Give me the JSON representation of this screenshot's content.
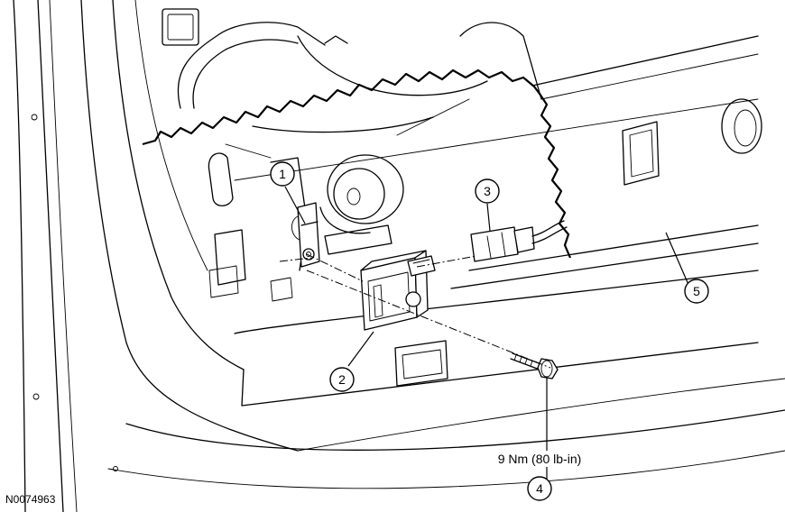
{
  "callouts": [
    {
      "id": "1",
      "label": "1"
    },
    {
      "id": "2",
      "label": "2"
    },
    {
      "id": "3",
      "label": "3"
    },
    {
      "id": "4",
      "label": "4"
    },
    {
      "id": "5",
      "label": "5"
    }
  ],
  "torque_spec": "9 Nm (80 lb-in)",
  "figure_id": "N0074963"
}
